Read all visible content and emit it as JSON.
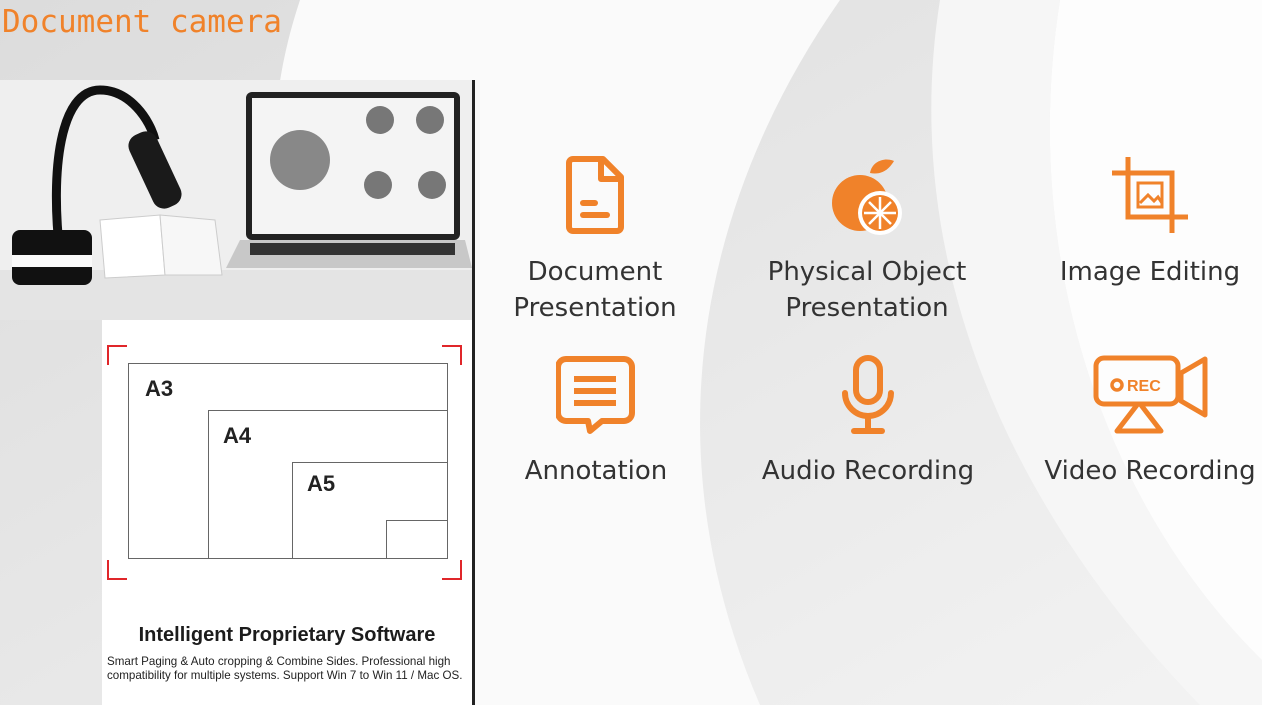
{
  "title": "Document camera",
  "accent": "#f0822a",
  "photo": {
    "description_icons": [
      "document-camera-icon",
      "laptop-icon"
    ]
  },
  "diagram": {
    "sizes": [
      "A3",
      "A4",
      "A5"
    ],
    "heading": "Intelligent Proprietary Software",
    "description": "Smart Paging & Auto cropping & Combine Sides. Professional high compatibility for multiple systems. Support Win 7 to Win 11 / Mac OS."
  },
  "features": [
    {
      "label": "Document Presentation",
      "icon": "document-icon"
    },
    {
      "label": "Physical Object Presentation",
      "icon": "orange-icon"
    },
    {
      "label": "Image Editing",
      "icon": "crop-icon"
    },
    {
      "label": "Annotation",
      "icon": "comment-icon"
    },
    {
      "label": "Audio Recording",
      "icon": "microphone-icon"
    },
    {
      "label": "Video Recording",
      "icon": "video-camera-icon",
      "badge": "REC"
    }
  ]
}
